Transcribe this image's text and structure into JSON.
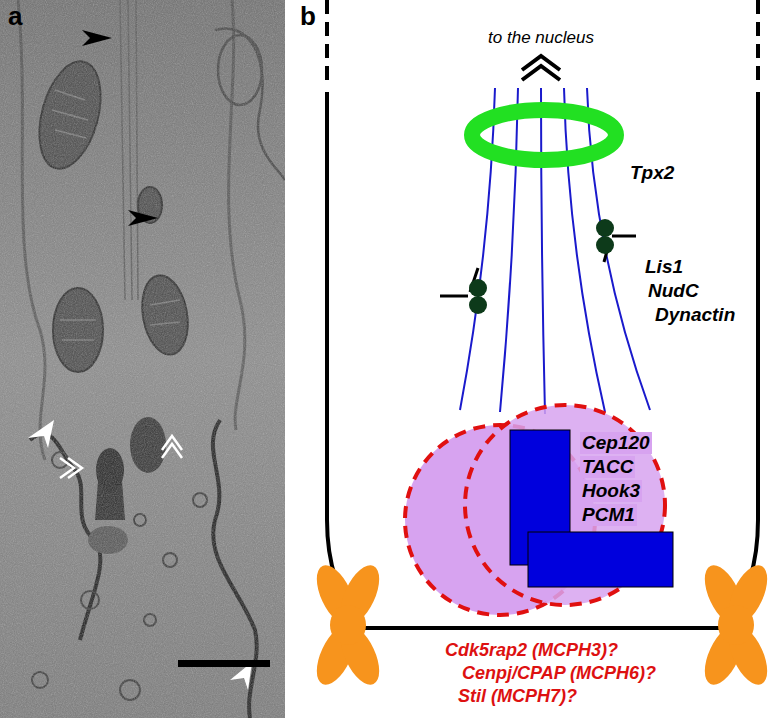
{
  "diagram": {
    "labels": [
      "a",
      "b",
      "to the nucleus",
      "Tpx2",
      "Lis1",
      "NudC",
      "Dynactin",
      "Cep120",
      "TACC",
      "Hook3",
      "PCM1",
      "Cdk5rap2 (MCPH3)?",
      "Cenpj/CPAP (MCPH6)?",
      "Stil (MCPH7)?"
    ]
  }
}
